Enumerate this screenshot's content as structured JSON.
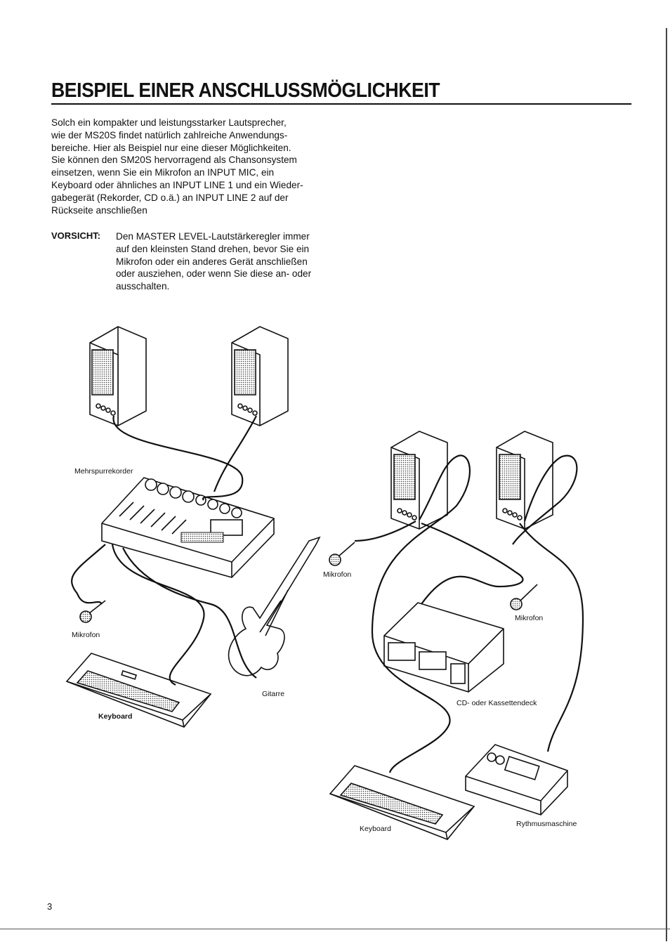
{
  "title": "BEISPIEL EINER ANSCHLUSSMÖGLICHKEIT",
  "intro_lines": [
    "Solch ein kompakter und leistungsstarker Lautsprecher,",
    "wie der MS20S findet natürlich zahlreiche Anwendungs-",
    "bereiche. Hier als Beispiel nur eine dieser Möglichkeiten.",
    "Sie können den SM20S hervorragend als Chansonsystem",
    "einsetzen, wenn Sie ein Mikrofon an INPUT MIC, ein",
    "Keyboard oder ähnliches an INPUT LINE 1 und ein Wieder-",
    "gabegerät (Rekorder, CD o.ä.) an INPUT LINE 2 auf der",
    "Rückseite anschließen"
  ],
  "warning": {
    "label": "VORSICHT:",
    "lines": [
      "Den MASTER LEVEL-Lautstärkeregler immer",
      "auf den kleinsten Stand drehen, bevor Sie ein",
      "Mikrofon oder ein anderes Gerät anschließen",
      "oder ausziehen, oder wenn Sie diese an- oder",
      "ausschalten."
    ]
  },
  "diagram_labels": {
    "multitrack": "Mehrspurrekorder",
    "mic_left": "Mikrofon",
    "guitar": "Gitarre",
    "keyboard_left": "Keyboard",
    "mic_center": "Mikrofon",
    "mic_right": "Mikrofon",
    "deck": "CD- oder Kassettendeck",
    "keyboard_right": "Keyboard",
    "rhythm": "Rythmusmaschine"
  },
  "page_number": "3"
}
